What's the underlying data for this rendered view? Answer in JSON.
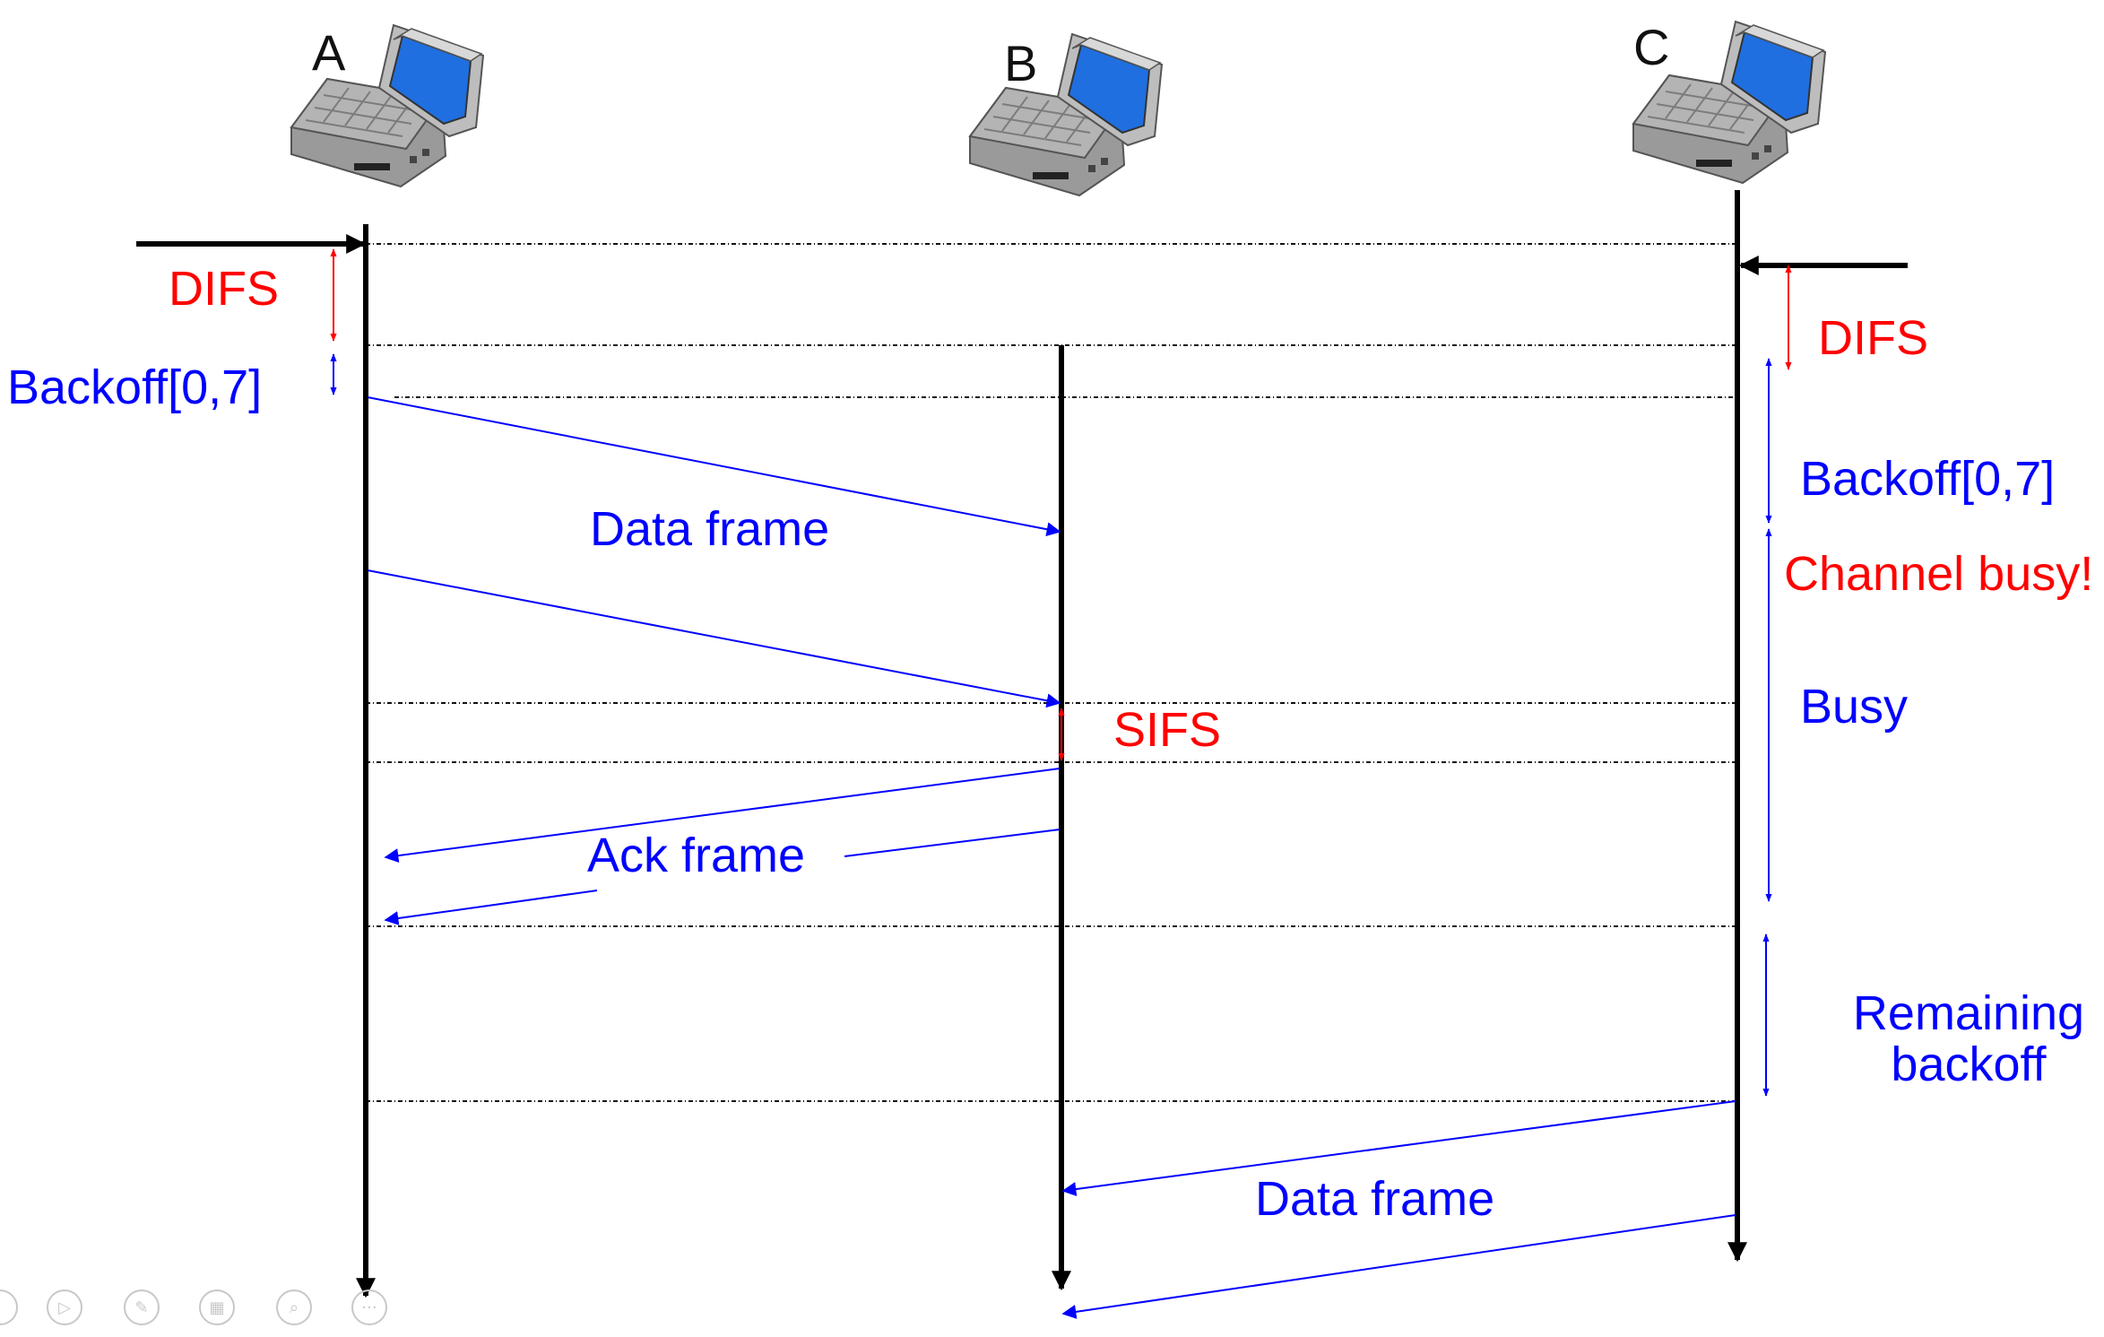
{
  "colors": {
    "timing_label": "#ff0000",
    "frame_label": "#0000ff",
    "timeline": "#000000",
    "dotted": "#111111"
  },
  "nodes": [
    {
      "id": "A",
      "label": "A"
    },
    {
      "id": "B",
      "label": "B"
    },
    {
      "id": "C",
      "label": "C"
    }
  ],
  "labels": {
    "difs_a": "DIFS",
    "backoff_a": "Backoff[0,7]",
    "data_frame_1": "Data frame",
    "sifs": "SIFS",
    "ack_frame": "Ack frame",
    "difs_c": "DIFS",
    "backoff_c": "Backoff[0,7]",
    "channel_busy": "Channel busy!",
    "busy": "Busy",
    "remaining_1": "Remaining",
    "remaining_2": "backoff",
    "data_frame_2": "Data frame"
  },
  "icons": [
    "laptop-icon",
    "first-slide-icon",
    "play-icon",
    "pen-icon",
    "slides-icon",
    "zoom-icon",
    "more-icon"
  ]
}
